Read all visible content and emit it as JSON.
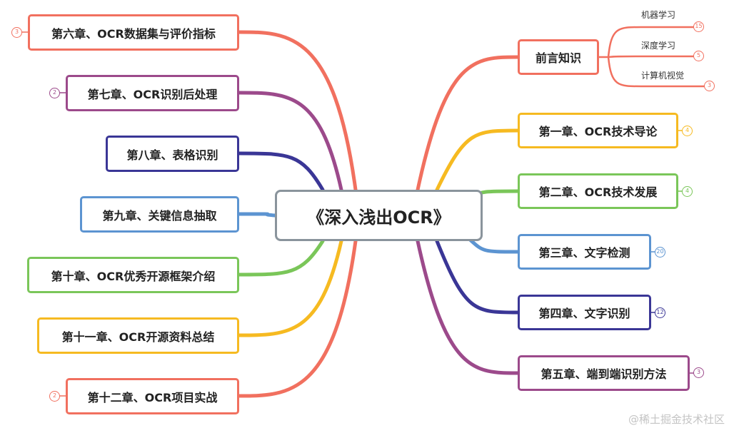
{
  "root": {
    "label": "《深入浅出OCR》",
    "color": "#8a949c"
  },
  "right_branches": [
    {
      "label": "前言知识",
      "color": "#f1705f"
    },
    {
      "label": "第一章、OCR技术导论",
      "color": "#f6ba21",
      "badge": "4"
    },
    {
      "label": "第二章、OCR技术发展",
      "color": "#7ac659",
      "badge": "4"
    },
    {
      "label": "第三章、文字检测",
      "color": "#5c94d1",
      "badge": "20"
    },
    {
      "label": "第四章、文字识别",
      "color": "#3a3696",
      "badge": "12"
    },
    {
      "label": "第五章、端到端识别方法",
      "color": "#9c4a8b",
      "badge": "3"
    }
  ],
  "left_branches": [
    {
      "label": "第六章、OCR数据集与评价指标",
      "color": "#f1705f",
      "badge": "3"
    },
    {
      "label": "第七章、OCR识别后处理",
      "color": "#9c4a8b",
      "badge": "2"
    },
    {
      "label": "第八章、表格识别",
      "color": "#3a3696"
    },
    {
      "label": "第九章、关键信息抽取",
      "color": "#5c94d1"
    },
    {
      "label": "第十章、OCR优秀开源框架介绍",
      "color": "#7ac659"
    },
    {
      "label": "第十一章、OCR开源资料总结",
      "color": "#f6ba21"
    },
    {
      "label": "第十二章、OCR项目实战",
      "color": "#f1705f",
      "badge": "2"
    }
  ],
  "sub_topics": [
    {
      "label": "机器学习",
      "badge": "15"
    },
    {
      "label": "深度学习",
      "badge": "5"
    },
    {
      "label": "计算机视觉",
      "badge": "3"
    }
  ],
  "watermark": "@稀土掘金技术社区"
}
